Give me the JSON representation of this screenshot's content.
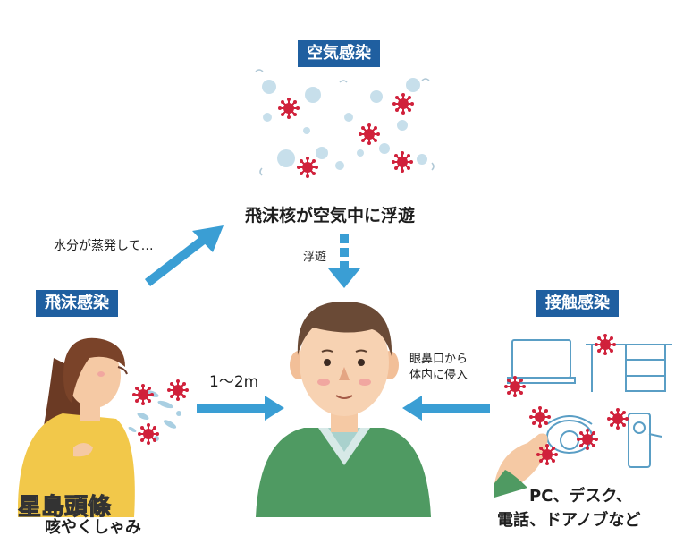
{
  "airborne": {
    "tag": "空気感染",
    "caption": "飛沫核が空気中に浮遊"
  },
  "droplet": {
    "tag": "飛沫感染",
    "evaporate_label": "水分が蒸発して…",
    "distance_label": "1〜2m",
    "cough_label": "咳やくしゃみ"
  },
  "float_label": "浮遊",
  "contact": {
    "tag": "接触感染",
    "entry_label_line1": "眼鼻口から",
    "entry_label_line2": "体内に侵入",
    "objects_line1": "PC、デスク、",
    "objects_line2": "電話、ドアノブなど"
  },
  "watermark": "星島頭條",
  "colors": {
    "tag_bg": "#1f5fa0",
    "arrow": "#3a9ed4",
    "virus": "#d0213b",
    "particle": "#b8d6e6",
    "shirt": "#4f9a62",
    "sweater": "#f2c84a"
  }
}
